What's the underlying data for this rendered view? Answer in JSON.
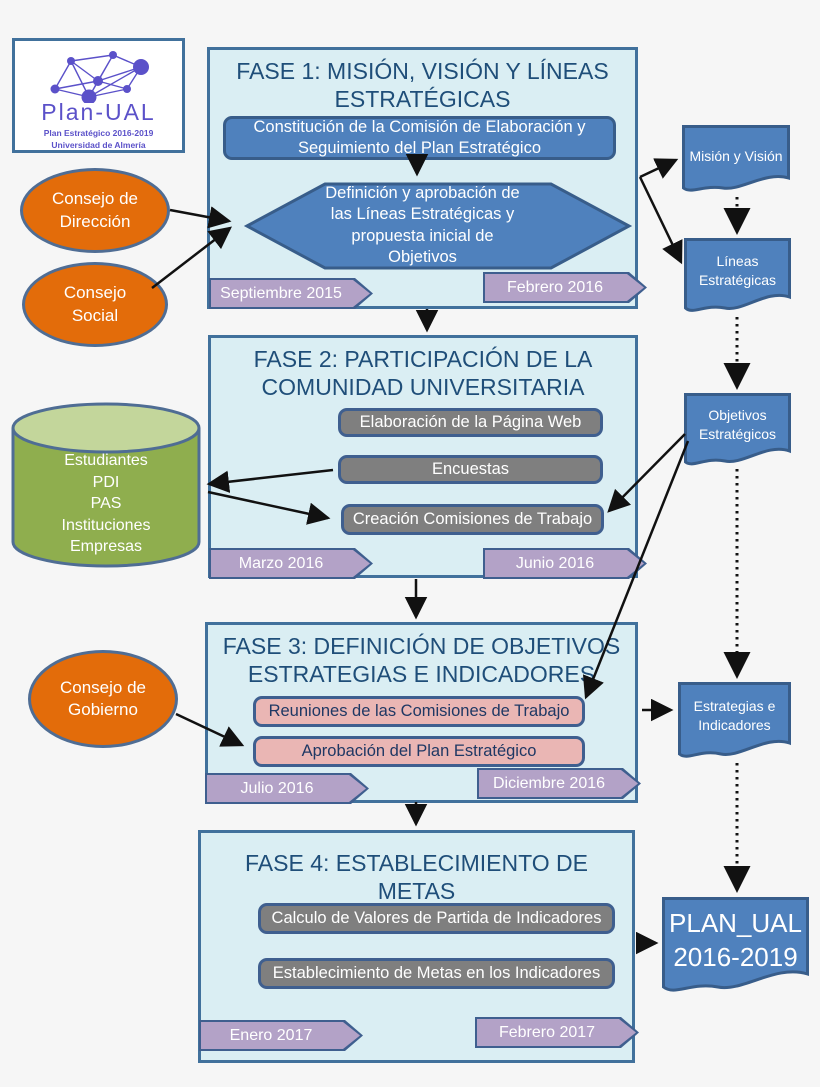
{
  "logo": {
    "title": "Plan-UAL",
    "line1": "Plan Estratégico 2016-2019",
    "line2": "Universidad de Almería"
  },
  "actors": {
    "direccion": "Consejo de Dirección",
    "social": "Consejo Social",
    "gobierno": "Consejo de Gobierno"
  },
  "cylinder": {
    "lines": [
      "Estudiantes",
      "PDI",
      "PAS",
      "Instituciones",
      "Empresas"
    ]
  },
  "phases": [
    {
      "title": "FASE 1: MISIÓN, VISIÓN Y LÍNEAS ESTRATÉGICAS",
      "steps": [
        "Constitución de la Comisión de Elaboración y Seguimiento del Plan Estratégico",
        "Definición y aprobación de las Líneas Estratégicas y propuesta inicial de Objetivos"
      ],
      "start": "Septiembre 2015",
      "end": "Febrero 2016"
    },
    {
      "title": "FASE 2: PARTICIPACIÓN DE LA COMUNIDAD UNIVERSITARIA",
      "steps": [
        "Elaboración de la Página Web",
        "Encuestas",
        "Creación Comisiones de Trabajo"
      ],
      "start": "Marzo 2016",
      "end": "Junio 2016"
    },
    {
      "title": "FASE 3: DEFINICIÓN DE OBJETIVOS ESTRATEGIAS E INDICADORES",
      "steps": [
        "Reuniones de las Comisiones de Trabajo",
        "Aprobación del Plan Estratégico"
      ],
      "start": "Julio 2016",
      "end": "Diciembre 2016"
    },
    {
      "title": "FASE 4: ESTABLECIMIENTO DE METAS",
      "steps": [
        "Calculo de Valores de Partida de Indicadores",
        "Establecimiento de Metas en los Indicadores"
      ],
      "start": "Enero 2017",
      "end": "Febrero 2017"
    }
  ],
  "outputs": [
    "Misión y Visión",
    "Líneas Estratégicas",
    "Objetivos Estratégicos",
    "Estrategias e Indicadores",
    "PLAN_UAL 2016-2019"
  ],
  "colors": {
    "panel_fill": "#daeef3",
    "panel_border": "#41719c",
    "step_blue": "#4f81bd",
    "step_gray": "#7f7f7f",
    "step_pink": "#eab6b4",
    "banner_purple": "#b3a2c7",
    "actor_orange": "#e36c0a",
    "cylinder_green": "#8fae4e",
    "cylinder_top_green": "#c3d69b",
    "flag_blue": "#4f81bd",
    "title_navy": "#1f4e79",
    "logo_purple": "#5b51c9"
  }
}
